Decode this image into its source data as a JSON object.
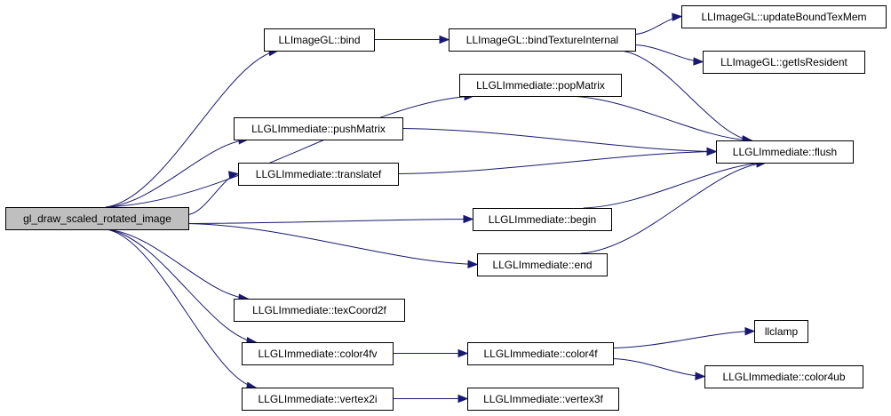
{
  "graph": {
    "nodes": [
      {
        "id": "root",
        "label": "gl_draw_scaled_rotated_image",
        "root": true
      },
      {
        "id": "bind",
        "label": "LLImageGL::bind"
      },
      {
        "id": "bindTex",
        "label": "LLImageGL::bindTextureInternal"
      },
      {
        "id": "updateBound",
        "label": "LLImageGL::updateBoundTexMem"
      },
      {
        "id": "isResident",
        "label": "LLImageGL::getIsResident"
      },
      {
        "id": "popMatrix",
        "label": "LLGLImmediate::popMatrix"
      },
      {
        "id": "pushMatrix",
        "label": "LLGLImmediate::pushMatrix"
      },
      {
        "id": "flush",
        "label": "LLGLImmediate::flush"
      },
      {
        "id": "translatef",
        "label": "LLGLImmediate::translatef"
      },
      {
        "id": "begin",
        "label": "LLGLImmediate::begin"
      },
      {
        "id": "end",
        "label": "LLGLImmediate::end"
      },
      {
        "id": "texCoord2f",
        "label": "LLGLImmediate::texCoord2f"
      },
      {
        "id": "color4fv",
        "label": "LLGLImmediate::color4fv"
      },
      {
        "id": "color4f",
        "label": "LLGLImmediate::color4f"
      },
      {
        "id": "llclamp",
        "label": "llclamp"
      },
      {
        "id": "color4ub",
        "label": "LLGLImmediate::color4ub"
      },
      {
        "id": "vertex2i",
        "label": "LLGLImmediate::vertex2i"
      },
      {
        "id": "vertex3f",
        "label": "LLGLImmediate::vertex3f"
      }
    ],
    "edges": [
      {
        "from": "root",
        "to": "bind"
      },
      {
        "from": "root",
        "to": "popMatrix"
      },
      {
        "from": "root",
        "to": "pushMatrix"
      },
      {
        "from": "root",
        "to": "translatef"
      },
      {
        "from": "root",
        "to": "begin"
      },
      {
        "from": "root",
        "to": "end"
      },
      {
        "from": "root",
        "to": "texCoord2f"
      },
      {
        "from": "root",
        "to": "color4fv"
      },
      {
        "from": "root",
        "to": "vertex2i"
      },
      {
        "from": "bind",
        "to": "bindTex"
      },
      {
        "from": "bindTex",
        "to": "updateBound"
      },
      {
        "from": "bindTex",
        "to": "isResident"
      },
      {
        "from": "bindTex",
        "to": "flush"
      },
      {
        "from": "popMatrix",
        "to": "flush"
      },
      {
        "from": "pushMatrix",
        "to": "flush"
      },
      {
        "from": "translatef",
        "to": "flush"
      },
      {
        "from": "begin",
        "to": "flush"
      },
      {
        "from": "end",
        "to": "flush"
      },
      {
        "from": "color4fv",
        "to": "color4f"
      },
      {
        "from": "color4f",
        "to": "llclamp"
      },
      {
        "from": "color4f",
        "to": "color4ub"
      },
      {
        "from": "vertex2i",
        "to": "vertex3f"
      }
    ],
    "colors": {
      "edge": "#191970",
      "root_fill": "#bfbfbf",
      "node_fill": "#ffffff",
      "border": "#000000"
    }
  }
}
